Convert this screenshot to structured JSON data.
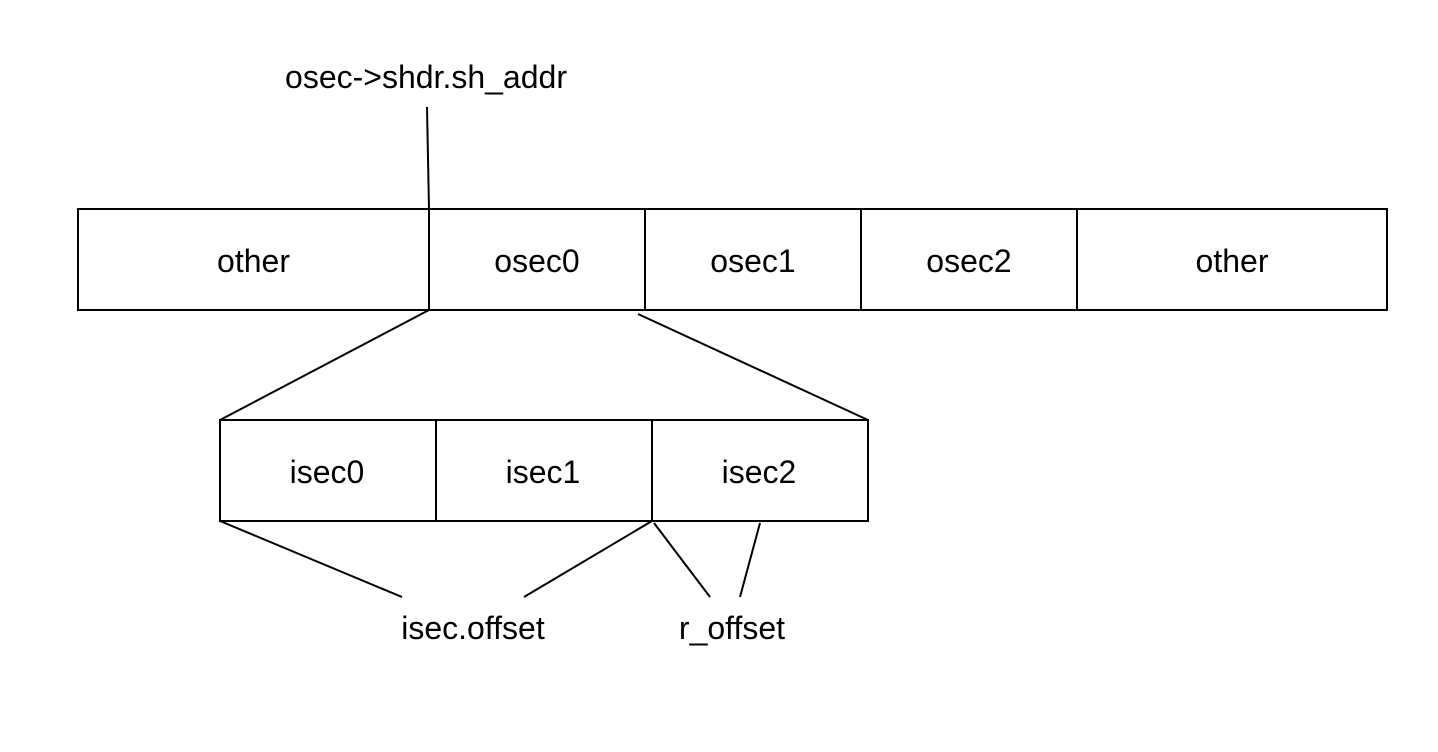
{
  "pointer_label": "osec->shdr.sh_addr",
  "output_row": {
    "cells": [
      "other",
      "osec0",
      "osec1",
      "osec2",
      "other"
    ]
  },
  "input_row": {
    "cells": [
      "isec0",
      "isec1",
      "isec2"
    ]
  },
  "annotations": {
    "isec_offset": "isec.offset",
    "r_offset": "r_offset"
  },
  "colors": {
    "line": "#000000",
    "background": "#ffffff"
  }
}
